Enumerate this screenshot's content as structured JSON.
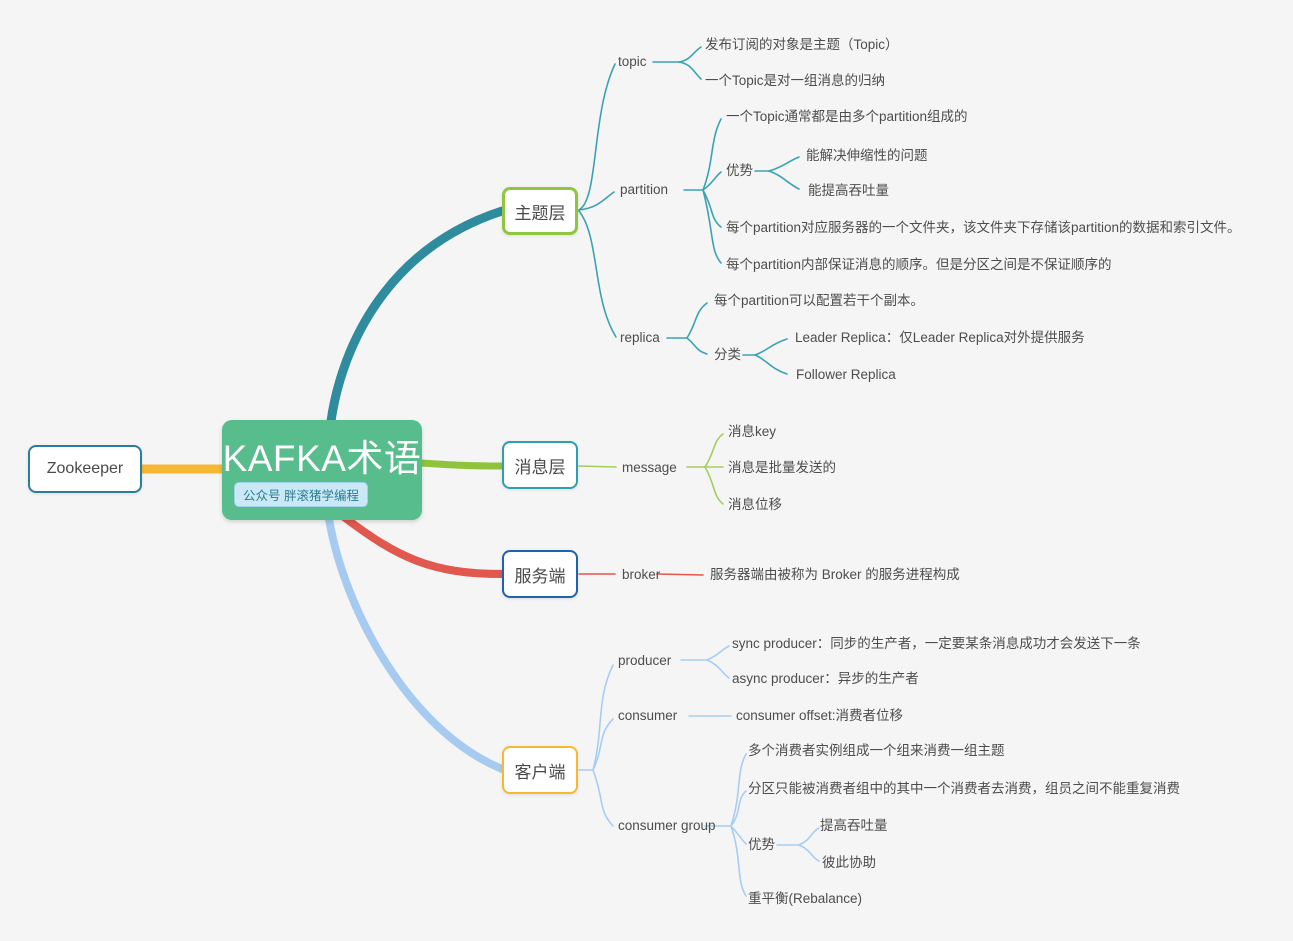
{
  "colors": {
    "bg": "#f5f5f6",
    "teal-branch": "#2e8c9e",
    "teal-thin": "#3aa3b3",
    "green-branch": "#8fc33c",
    "green-thin": "#a3ce5b",
    "red-branch": "#e0584e",
    "red-thin": "#e2574c",
    "blue-branch": "#a7cbf0",
    "blue-thin": "#a8cdf2",
    "yellow-branch": "#f7b733",
    "center-bg": "#58bd8c",
    "badge-bg": "#cbe8f7",
    "badge-border": "#9fd3ec",
    "badge-text": "#2a7d92",
    "zookeeper-border": "#2a7e9b",
    "topic-node-border": "#8fc53f",
    "message-node-border": "#2d9fb0",
    "server-node-border": "#1e63b0",
    "client-node-border": "#f9b831",
    "node-text": "#4a4a4a",
    "leaf-text": "#4d4d4d"
  },
  "center": {
    "title": "KAFKA术语",
    "badge": "公众号 胖滚猪学编程"
  },
  "zookeeper": {
    "label": "Zookeeper"
  },
  "topic_layer": {
    "node": "主题层",
    "topic": {
      "label": "topic",
      "pubsub": "发布订阅的对象是主题（Topic）",
      "group": "一个Topic是对一组消息的归纳"
    },
    "partition": {
      "label": "partition",
      "composed": "一个Topic通常都是由多个partition组成的",
      "advantage": "优势",
      "scalability": "能解决伸缩性的问题",
      "throughput": "能提高吞吐量",
      "folder": "每个partition对应服务器的一个文件夹，该文件夹下存储该partition的数据和索引文件。",
      "order": "每个partition内部保证消息的顺序。但是分区之间是不保证顺序的"
    },
    "replica": {
      "label": "replica",
      "copies": "每个partition可以配置若干个副本。",
      "category": "分类",
      "leader": "Leader Replica：仅Leader Replica对外提供服务",
      "follower": "Follower Replica"
    }
  },
  "message_layer": {
    "node": "消息层",
    "message": {
      "label": "message",
      "key": "消息key",
      "batch": "消息是批量发送的",
      "offset": "消息位移"
    }
  },
  "server": {
    "node": "服务端",
    "broker": {
      "label": "broker",
      "desc": "服务器端由被称为 Broker 的服务进程构成"
    }
  },
  "client": {
    "node": "客户端",
    "producer": {
      "label": "producer",
      "sync": "sync producer：同步的生产者，一定要某条消息成功才会发送下一条",
      "async": "async producer：异步的生产者"
    },
    "consumer": {
      "label": "consumer",
      "offset": "consumer offset:消费者位移"
    },
    "consumer_group": {
      "label": "consumer group",
      "instances": "多个消费者实例组成一个组来消费一组主题",
      "partition_rule": "分区只能被消费者组中的其中一个消费者去消费，组员之间不能重复消费",
      "advantage": "优势",
      "throughput": "提高吞吐量",
      "cooperate": "彼此协助",
      "rebalance": "重平衡(Rebalance)"
    }
  }
}
